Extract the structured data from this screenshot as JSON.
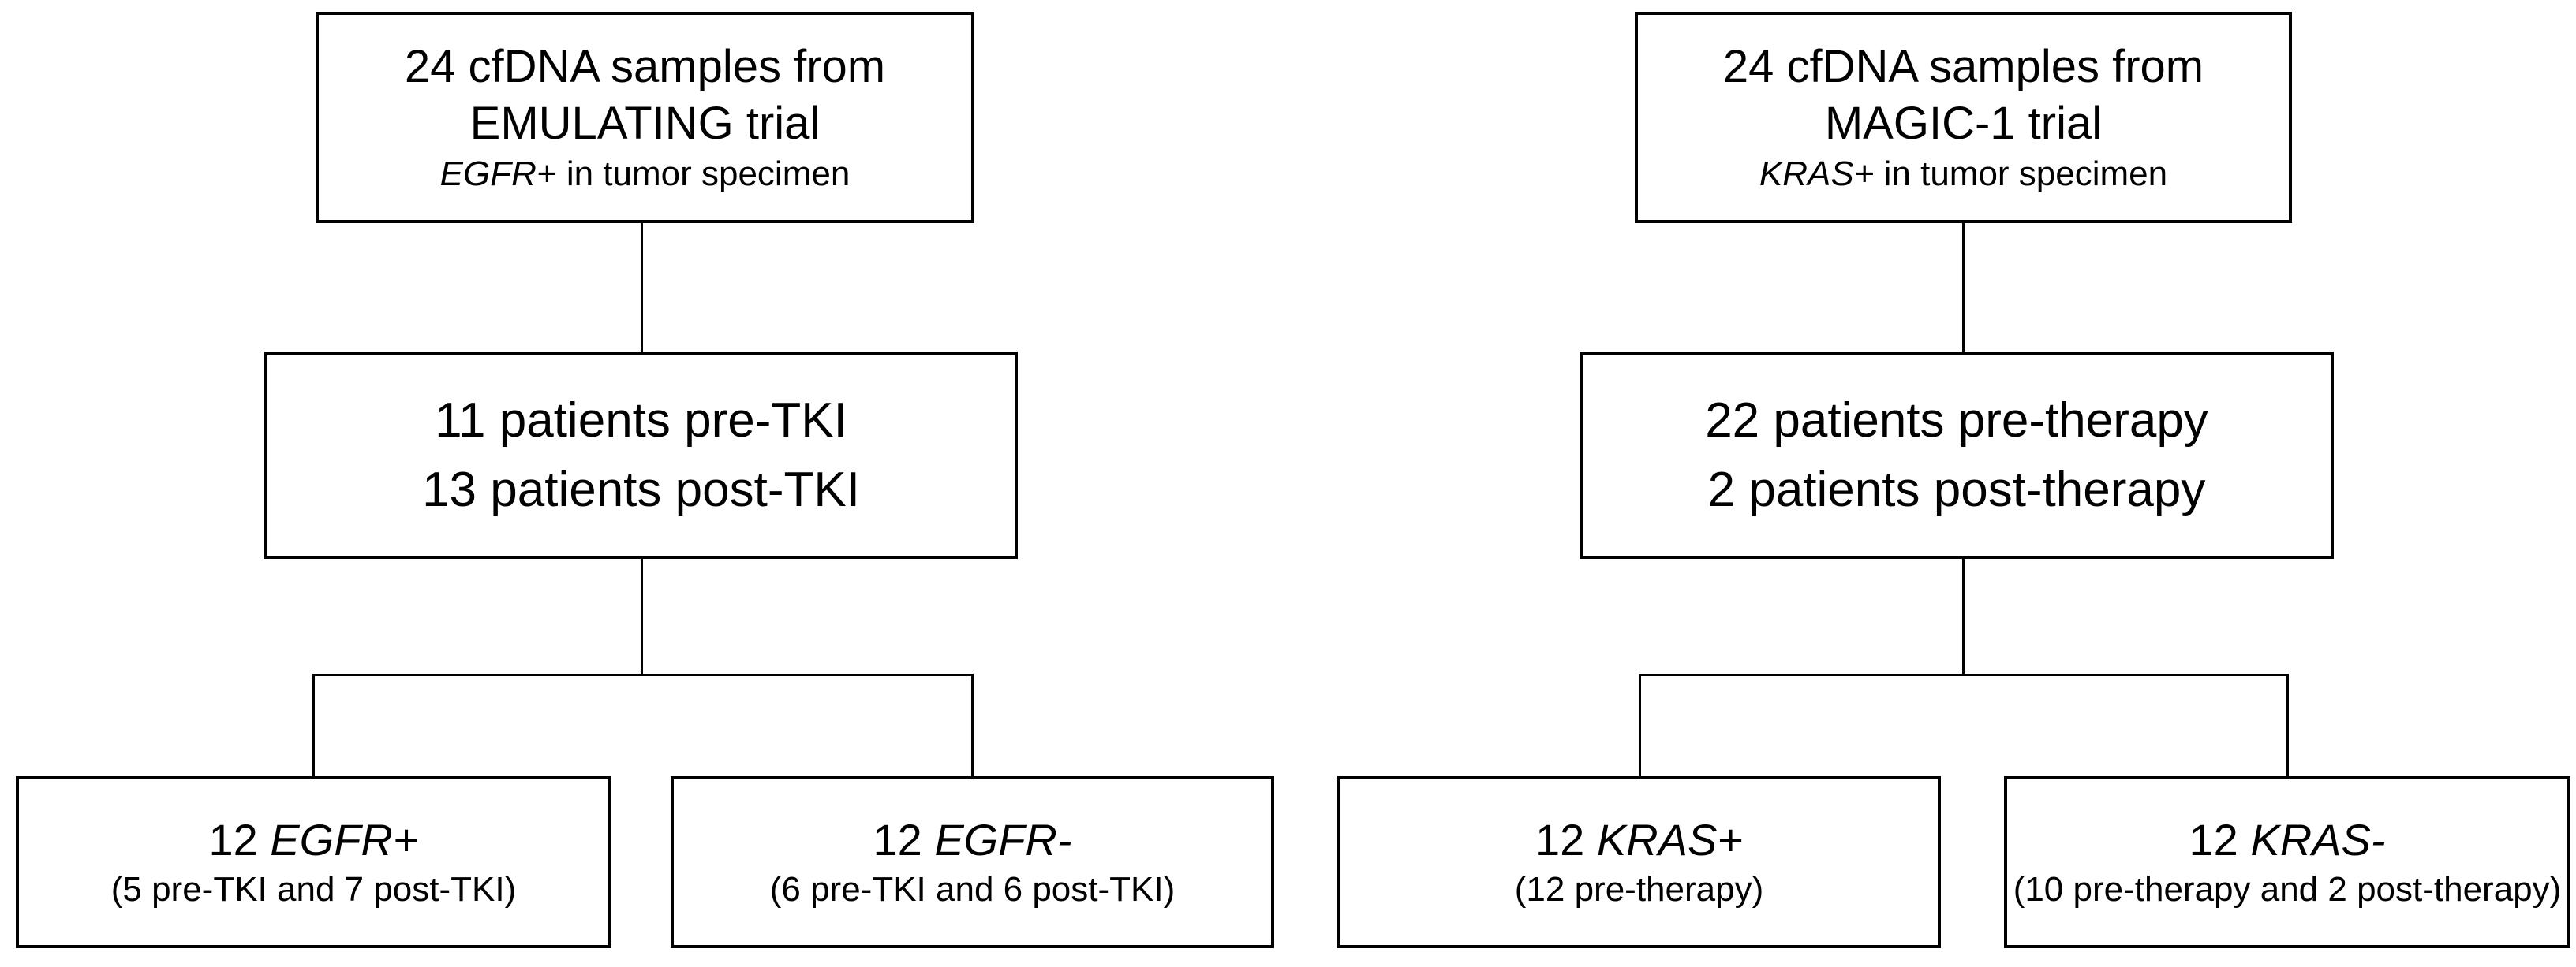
{
  "colors": {
    "background": "#ffffff",
    "line": "#000000",
    "text": "#000000"
  },
  "charts": [
    {
      "name": "EMULATING trial arm",
      "top": {
        "line1": "24 cfDNA samples from",
        "line2": "EMULATING trial",
        "gene": "EGFR+",
        "gene_context": "in tumor specimen"
      },
      "middle": {
        "line1": "11 patients pre-TKI",
        "line2": "13 patients post-TKI"
      },
      "leaves": [
        {
          "count": "12",
          "gene": "EGFR+",
          "detail": "(5 pre-TKI and 7 post-TKI)"
        },
        {
          "count": "12",
          "gene": "EGFR-",
          "detail": "(6 pre-TKI and 6 post-TKI)"
        }
      ]
    },
    {
      "name": "MAGIC-1 trial arm",
      "top": {
        "line1": "24 cfDNA samples from",
        "line2": "MAGIC-1 trial",
        "gene": "KRAS+",
        "gene_context": "in tumor specimen"
      },
      "middle": {
        "line1": "22 patients pre-therapy",
        "line2": "2 patients post-therapy"
      },
      "leaves": [
        {
          "count": "12",
          "gene": "KRAS+",
          "detail": "(12 pre-therapy)"
        },
        {
          "count": "12",
          "gene": "KRAS-",
          "detail": "(10 pre-therapy and 2 post-therapy)"
        }
      ]
    }
  ]
}
